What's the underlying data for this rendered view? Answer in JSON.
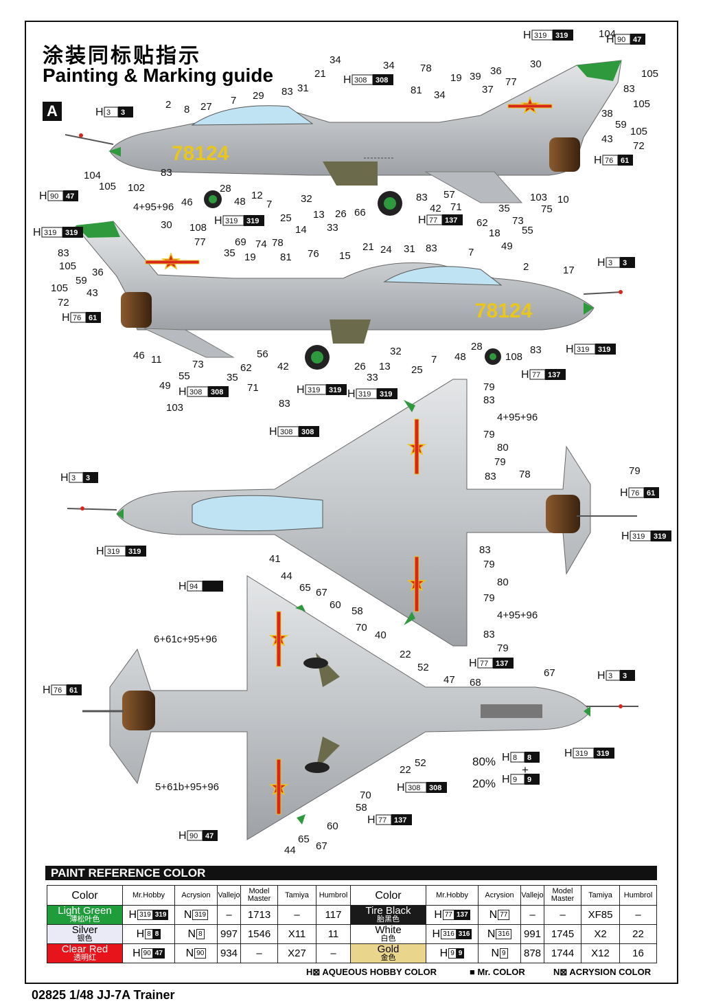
{
  "header": {
    "title_cn": "涂装同标贴指示",
    "title_en": "Painting & Marking guide",
    "scheme": "A"
  },
  "aircraft_number": "78124",
  "callouts": {
    "side_a": [
      "34",
      "34",
      "78",
      "19",
      "39",
      "36",
      "77",
      "30",
      "104",
      "105",
      "21",
      "81",
      "34",
      "37",
      "83",
      "105",
      "38",
      "59",
      "105",
      "43",
      "72",
      "83",
      "31",
      "29",
      "7",
      "27",
      "8",
      "2",
      "102",
      "83",
      "28",
      "48",
      "12",
      "7",
      "25",
      "14",
      "32",
      "13",
      "33",
      "26",
      "66",
      "83",
      "42",
      "57",
      "71",
      "62",
      "18",
      "35",
      "73",
      "55",
      "49",
      "103",
      "75",
      "10",
      "46",
      "108"
    ],
    "side_b": [
      "104",
      "105",
      "108",
      "77",
      "30",
      "4+95+96",
      "83",
      "105",
      "36",
      "59",
      "105",
      "43",
      "72",
      "35",
      "69",
      "19",
      "74",
      "78",
      "81",
      "76",
      "15",
      "21",
      "24",
      "31",
      "83",
      "7",
      "2",
      "17",
      "46",
      "11",
      "49",
      "55",
      "73",
      "103",
      "35",
      "62",
      "71",
      "56",
      "42",
      "83",
      "26",
      "33",
      "13",
      "32",
      "25",
      "7",
      "48",
      "28",
      "108",
      "83"
    ],
    "top": [
      "79",
      "83",
      "4+95+96",
      "79",
      "80",
      "79",
      "83",
      "78",
      "79",
      "41",
      "83",
      "79",
      "80",
      "79",
      "4+95+96",
      "83",
      "79"
    ],
    "bottom": [
      "44",
      "65",
      "67",
      "60",
      "58",
      "70",
      "40",
      "6+61c+95+96",
      "22",
      "52",
      "47",
      "68",
      "67",
      "22",
      "52",
      "70",
      "58",
      "60",
      "67",
      "65",
      "44",
      "5+61b+95+96"
    ]
  },
  "paint_boxes": {
    "p3": {
      "prefix": "H",
      "a": "3",
      "b": "3"
    },
    "p319": {
      "prefix": "H",
      "a": "319",
      "b": "319"
    },
    "p90": {
      "prefix": "H",
      "a": "90",
      "b": "47"
    },
    "p308": {
      "prefix": "H",
      "a": "308",
      "b": "308"
    },
    "p76": {
      "prefix": "H",
      "a": "76",
      "b": "61"
    },
    "p77": {
      "prefix": "H",
      "a": "77",
      "b": "137"
    },
    "p94": {
      "prefix": "H",
      "a": "94",
      "b": ""
    },
    "p8": {
      "prefix": "H",
      "a": "8",
      "b": "8"
    },
    "p9": {
      "prefix": "H",
      "a": "9",
      "b": "9"
    }
  },
  "mix": {
    "pct1": "80%",
    "pct2": "20%",
    "plus": "+"
  },
  "reference": {
    "title": "PAINT  REFERENCE COLOR",
    "headers": [
      "Color",
      "Mr.Hobby",
      "Acrysion",
      "Vallejo",
      "Model Master",
      "Tamiya",
      "Humbrol"
    ],
    "rows": [
      [
        {
          "name": "Light Green",
          "cn": "薄松叶色",
          "bg": "#1f9d3a",
          "fg": "#ffffff",
          "hobby": {
            "a": "319",
            "b": "319"
          },
          "acrysion": "319",
          "vallejo": "–",
          "mm": "1713",
          "tamiya": "–",
          "humbrol": "117"
        },
        {
          "name": "Tire Black",
          "cn": "胎黑色",
          "bg": "#1a1a1a",
          "fg": "#ffffff",
          "hobby": {
            "a": "77",
            "b": "137"
          },
          "acrysion": "77",
          "vallejo": "–",
          "mm": "–",
          "tamiya": "XF85",
          "humbrol": "–"
        }
      ],
      [
        {
          "name": "Silver",
          "cn": "银色",
          "bg": "#e9eaf6",
          "fg": "#000000",
          "hobby": {
            "a": "8",
            "b": "8"
          },
          "acrysion": "8",
          "vallejo": "997",
          "mm": "1546",
          "tamiya": "X11",
          "humbrol": "11"
        },
        {
          "name": "White",
          "cn": "白色",
          "bg": "#ffffff",
          "fg": "#000000",
          "hobby": {
            "a": "316",
            "b": "316"
          },
          "acrysion": "316",
          "vallejo": "991",
          "mm": "1745",
          "tamiya": "X2",
          "humbrol": "22"
        }
      ],
      [
        {
          "name": "Clear Red",
          "cn": "透明红",
          "bg": "#e8141b",
          "fg": "#ffffff",
          "hobby": {
            "a": "90",
            "b": "47"
          },
          "acrysion": "90",
          "vallejo": "934",
          "mm": "–",
          "tamiya": "X27",
          "humbrol": "–"
        },
        {
          "name": "Gold",
          "cn": "金色",
          "bg": "#e9d58c",
          "fg": "#000000",
          "hobby": {
            "a": "9",
            "b": "9"
          },
          "acrysion": "9",
          "vallejo": "878",
          "mm": "1744",
          "tamiya": "X12",
          "humbrol": "16"
        }
      ]
    ],
    "legend": [
      "H⊠  AQUEOUS HOBBY COLOR",
      "■  Mr. COLOR",
      "N⊠  ACRYSION COLOR"
    ]
  },
  "footer": "02825 1/48 JJ-7A Trainer",
  "colors": {
    "silver": "#c9cccf",
    "green": "#2f9a3d",
    "black": "#111111",
    "red": "#d8261d",
    "yellow": "#e8c61b",
    "canopy": "#bfe3f2",
    "exhaust": "#6b3d1d"
  }
}
